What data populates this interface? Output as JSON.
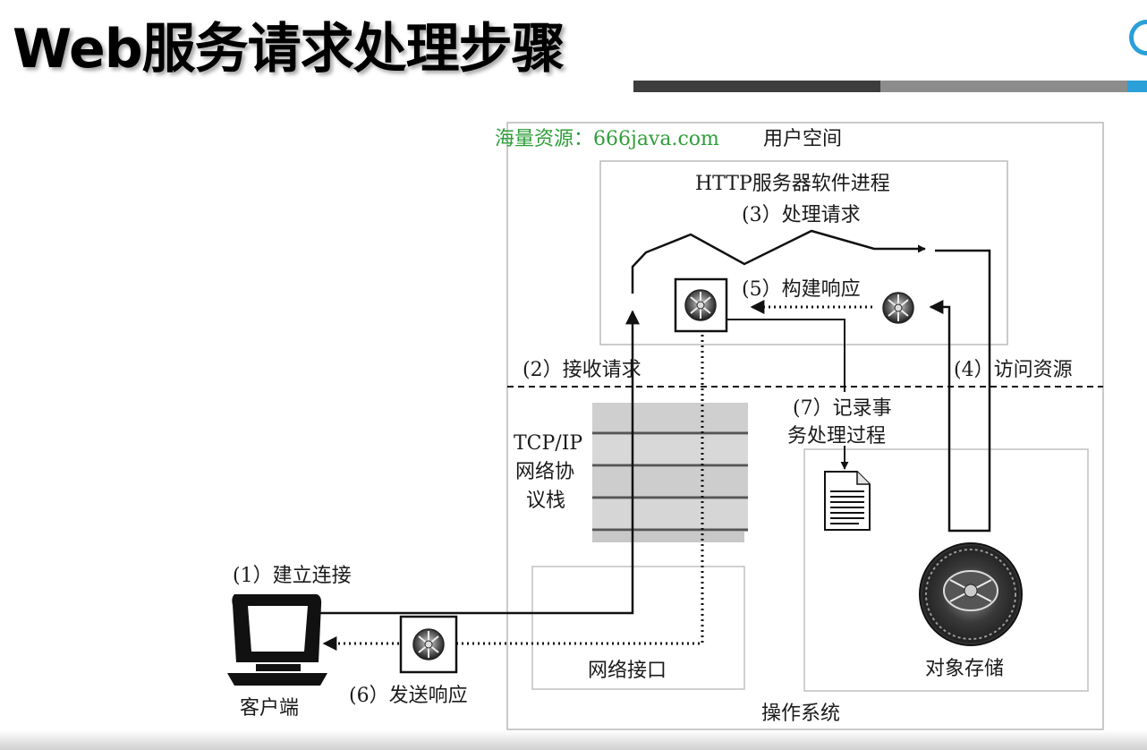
{
  "slide": {
    "title": "Web服务请求处理步骤"
  },
  "watermark": {
    "text": "海量资源：666java.com"
  },
  "regions": {
    "user_space": "用户空间",
    "server_process": "HTTP服务器软件进程",
    "operating_system": "操作系统",
    "network_interface": "网络接口",
    "object_store": "对象存储",
    "tcpip_stack": [
      "TCP/IP",
      "网络协",
      "议栈"
    ],
    "client": "客户端"
  },
  "steps": {
    "step1": "(1）建立连接",
    "step2": "(2）接收请求",
    "step3": "(3）处理请求",
    "step4": "(4）访问资源",
    "step5": "(5）构建响应",
    "step6": "(6）发送响应",
    "step7": [
      "(7）记录事",
      "务处理过程"
    ]
  },
  "colors": {
    "title": "#000000",
    "watermark": "#2f9e3a",
    "accent_blue": "#2a9fd8",
    "bar_dark": "#3d3d3d",
    "bar_gray": "#8c8c8c"
  },
  "icons": [
    "response-gear-icon",
    "document-icon",
    "computer-monitor-icon",
    "object-store-disk-icon"
  ]
}
